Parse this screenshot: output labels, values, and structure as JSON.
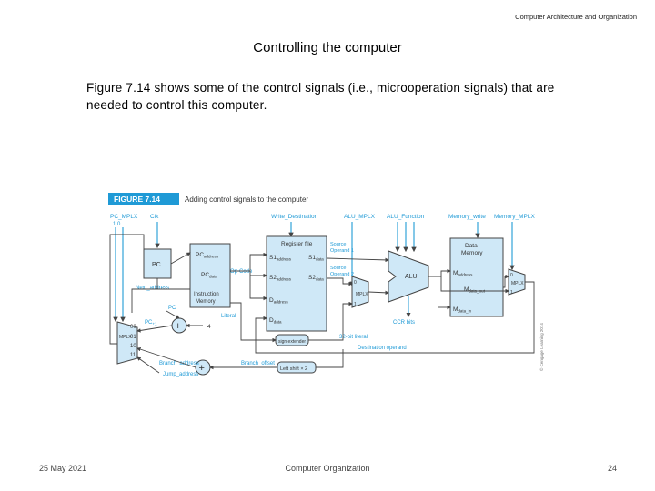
{
  "header": {
    "course": "Computer Architecture and Organization"
  },
  "slide": {
    "title": "Controlling the computer",
    "body": "Figure 7.14  shows some of the control signals (i.e., microoperation signals) that are needed to control this computer."
  },
  "figure": {
    "badge": "FIGURE 7.14",
    "caption": "Adding control signals to the computer",
    "copyright": "© Cengage Learning 2014",
    "signals": {
      "pc_mplx": "PC_MPLX",
      "clk": "Clk",
      "write_destination": "Write_Destination",
      "alu_mplx": "ALU_MPLX",
      "alu_function": "ALU_Function",
      "memory_write": "Memory_write",
      "memory_mplx": "Memory_MPLX",
      "pc_mplx_bits": "1  0"
    },
    "blocks": {
      "pc": "PC",
      "inst_mem": [
        "PC",
        "address",
        "PC",
        "data",
        "Instruction",
        "Memory"
      ],
      "reg_file": "Register file",
      "data_mem": [
        "Data",
        "Memory"
      ],
      "alu": "ALU",
      "mplx": "MPLX",
      "shift": "Left shift × 2",
      "sign_ext": "sign extender"
    },
    "labels": {
      "op_code": "Op-Code",
      "literal": "Literal",
      "next_address": "Next_address",
      "pc_plus": "PC",
      "pc_plus_sub": "+1",
      "four": "4",
      "pc_small": "PC",
      "branch_address": "Branch_address",
      "branch_offset": "Branch_offset",
      "jump_address": "Jump_address",
      "source_op1": "Source",
      "source_op1b": "Operand 1",
      "source_op2": "Source",
      "source_op2b": "Operand 2",
      "s1_address": "S1",
      "s1_address_sub": "address",
      "s1_data": "S1",
      "s1_data_sub": "data",
      "s2_address": "S2",
      "s2_address_sub": "address",
      "s2_data": "S2",
      "s2_data_sub": "data",
      "d_address": "D",
      "d_address_sub": "address",
      "d_data": "D",
      "d_data_sub": "data",
      "m_address": "M",
      "m_address_sub": "address",
      "m_data_out": "M",
      "m_data_out_sub": "data_out",
      "m_data_in": "M",
      "m_data_in_sub": "data_in",
      "ccr_bits": "CCR bits",
      "literal_32": "32-bit literal",
      "destination_operand": "Destination operand",
      "mux_in": [
        "00",
        "01",
        "10",
        "11"
      ],
      "mux_small": [
        "0",
        "1"
      ]
    }
  },
  "footer": {
    "date": "25 May 2021",
    "course": "Computer Organization",
    "page": "24"
  },
  "colors": {
    "accent": "#1f9ad6",
    "block_fill": "#cfe8f7",
    "line": "#444444"
  }
}
